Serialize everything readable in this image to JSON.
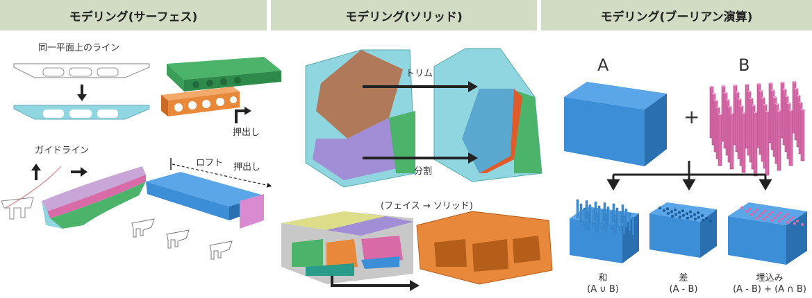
{
  "panels": {
    "surface": {
      "title": "モデリング(サーフェス)",
      "label_same_plane": "同一平面上のライン",
      "label_extrude_1": "押出し",
      "label_guide": "ガイドライン",
      "label_loft": "ロフト",
      "label_extrude_2": "押出し"
    },
    "solid": {
      "title": "モデリング(ソリッド)",
      "label_trim": "トリム",
      "label_split": "分割",
      "label_face_to_solid": "(フェイス → ソリッド)"
    },
    "boolean": {
      "title": "モデリング(ブーリアン演算)",
      "label_a": "A",
      "label_b": "B",
      "plus": "+",
      "result_union": "和",
      "result_union_expr": "(A ∪ B)",
      "result_diff": "差",
      "result_diff_expr": "(A - B)",
      "result_embed": "埋込み",
      "result_embed_expr": "(A - B) + (A ∩ B)"
    }
  },
  "colors": {
    "header_bg": "#d2dcc4",
    "cyan": "#8fd6e0",
    "green": "#4cb36a",
    "orange": "#e8883a",
    "pink": "#d96aa8",
    "purple": "#a18ed6",
    "blue": "#3c8fd6",
    "brown": "#b07a5a",
    "yellow": "#dede8a"
  }
}
